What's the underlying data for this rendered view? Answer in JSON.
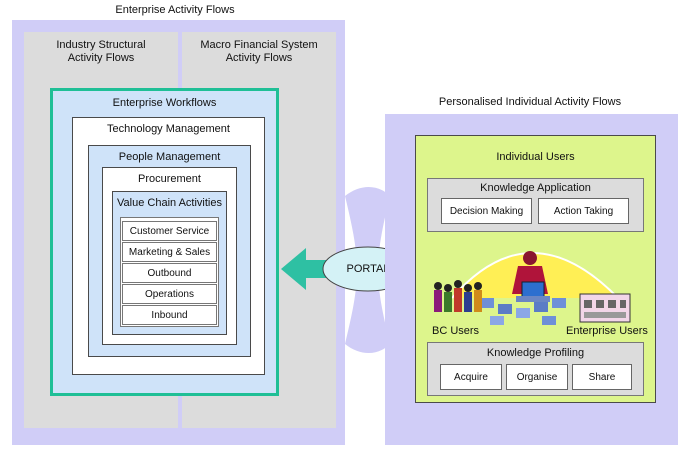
{
  "enterprise": {
    "title": "Enterprise Activity Flows",
    "industry": "Industry Structural\nActivity Flows",
    "macro": "Macro Financial System\nActivity Flows",
    "workflows": "Enterprise Workflows",
    "technology": "Technology Management",
    "people": "People Management",
    "procurement": "Procurement",
    "value_chain": "Value Chain Activities",
    "activities": [
      "Customer Service",
      "Marketing & Sales",
      "Outbound",
      "Operations",
      "Inbound"
    ]
  },
  "portal": {
    "label": "PORTAL"
  },
  "personal": {
    "title": "Personalised Individual Activity Flows",
    "individual_users": "Individual Users",
    "knowledge_application": "Knowledge Application",
    "application_items": [
      "Decision Making",
      "Action Taking"
    ],
    "bc_users": "BC Users",
    "enterprise_users": "Enterprise Users",
    "knowledge_profiling": "Knowledge Profiling",
    "profiling_items": [
      "Acquire",
      "Organise",
      "Share"
    ]
  },
  "colors": {
    "outer_bg": "#d0cdf7",
    "grey_panel": "#dcdcdc",
    "teal_border": "#1fbf96",
    "light_blue": "#cfe3f9",
    "lime": "#ddf58c",
    "arrow": "#2ec0a3",
    "portal_fill": "#d4f2f6"
  }
}
